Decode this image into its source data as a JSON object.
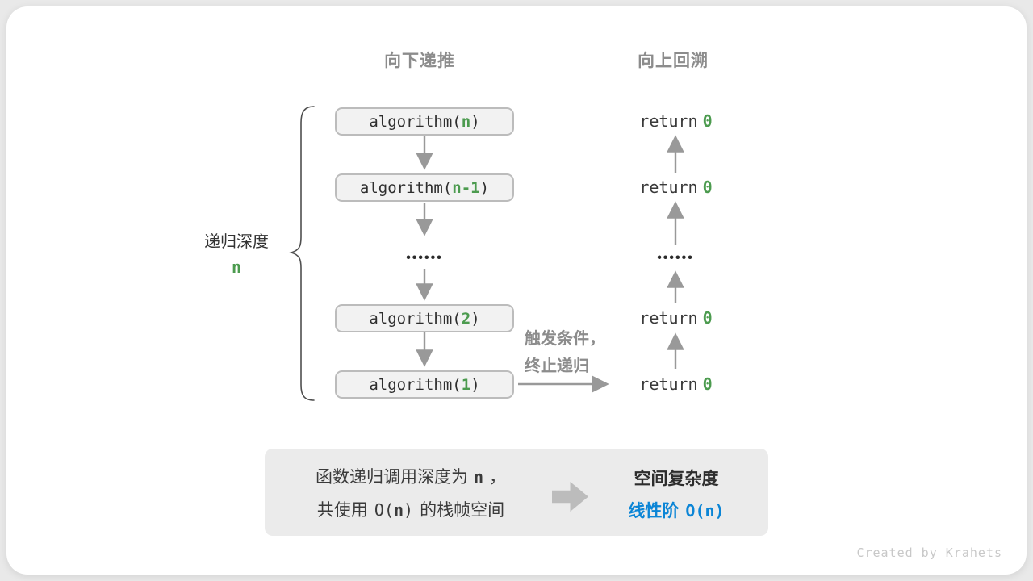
{
  "colors": {
    "accent_green": "#4c9b4f",
    "accent_blue": "#0b85d6",
    "gray_text": "#8c8c8c"
  },
  "headers": {
    "downward": "向下递推",
    "upward": "向上回溯"
  },
  "depth": {
    "label": "递归深度",
    "value": "n"
  },
  "stack": {
    "calls": [
      {
        "name": "algorithm(",
        "arg": "n",
        "close": ")"
      },
      {
        "name": "algorithm(",
        "arg": "n-1",
        "close": ")"
      },
      {
        "name": "algorithm(",
        "arg": "2",
        "close": ")"
      },
      {
        "name": "algorithm(",
        "arg": "1",
        "close": ")"
      }
    ],
    "ellipsis": "••••••"
  },
  "returns": {
    "keyword": "return",
    "value": "0",
    "ellipsis": "••••••"
  },
  "trigger": {
    "line1": "触发条件，",
    "line2": "终止递归"
  },
  "summary": {
    "line1": {
      "prefix": "函数递归调用深度为",
      "var": "n",
      "suffix": "，"
    },
    "line2": {
      "prefix": "共使用",
      "code_open": "O(",
      "var": "n",
      "code_close": ")",
      "suffix": "的栈帧空间"
    },
    "result_title": "空间复杂度",
    "result_prefix": "线性阶",
    "result_code": "O(n)"
  },
  "watermark": "Created by Krahets"
}
